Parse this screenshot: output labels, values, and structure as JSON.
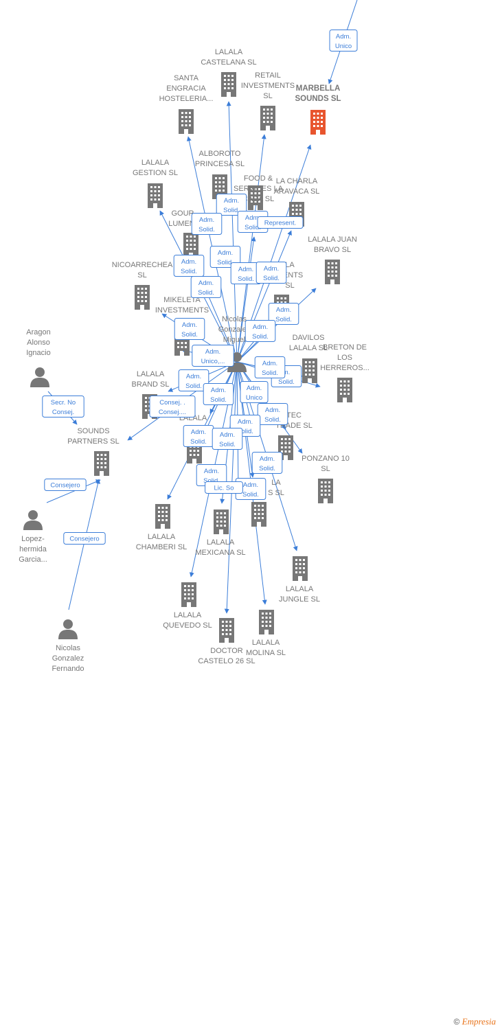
{
  "colors": {
    "edge": "#3b7dd8",
    "building": "#777777",
    "building_main": "#e8552e",
    "person": "#777777",
    "label": "#777777"
  },
  "nodes": [
    {
      "id": "marbella",
      "type": "company",
      "main": true,
      "lines": [
        "MARBELLA",
        "SOUNDS  SL"
      ]
    },
    {
      "id": "castelana",
      "type": "company",
      "lines": [
        "LALALA",
        "CASTELANA  SL"
      ]
    },
    {
      "id": "retail",
      "type": "company",
      "lines": [
        "RETAIL",
        "INVESTMENTS",
        "SL"
      ]
    },
    {
      "id": "santa",
      "type": "company",
      "lines": [
        "SANTA",
        "ENGRACIA",
        "HOSTELERIA..."
      ]
    },
    {
      "id": "alboroto",
      "type": "company",
      "lines": [
        "ALBOROTO",
        "PRINCESA  SL"
      ]
    },
    {
      "id": "gestion",
      "type": "company",
      "lines": [
        "LALALA",
        "GESTION  SL"
      ]
    },
    {
      "id": "food",
      "type": "company",
      "lines": [
        "FOOD &",
        "SERVICES LA",
        "CADA  SL"
      ]
    },
    {
      "id": "charla",
      "type": "company",
      "lines": [
        "LA CHARLA",
        "ARAVACA  SL"
      ]
    },
    {
      "id": "gour",
      "type": "company",
      "lines": [
        "GOUR",
        "LUMENI"
      ]
    },
    {
      "id": "juanbravo",
      "type": "company",
      "lines": [
        "LALALA JUAN",
        "BRAVO  SL"
      ]
    },
    {
      "id": "nicoarrechea",
      "type": "company",
      "lines": [
        "NICOARRECHEA",
        "SL"
      ]
    },
    {
      "id": "laments",
      "type": "company",
      "lines": [
        "LA",
        "MENTS",
        "SL"
      ]
    },
    {
      "id": "mikeleta",
      "type": "company",
      "lines": [
        "MIKELETA",
        "INVESTMENTS"
      ]
    },
    {
      "id": "davilos",
      "type": "company",
      "lines": [
        "DAVILOS",
        "LALALA  SL"
      ]
    },
    {
      "id": "bretón",
      "type": "company",
      "lines": [
        "BRETON DE",
        "LOS",
        "HERREROS..."
      ]
    },
    {
      "id": "brand",
      "type": "company",
      "lines": [
        "LALALA",
        "BRAND  SL"
      ]
    },
    {
      "id": "sounds",
      "type": "company",
      "lines": [
        "SOUNDS",
        "PARTNERS  SL"
      ]
    },
    {
      "id": "prin",
      "type": "company",
      "lines": [
        "LALALA",
        "PRIN"
      ]
    },
    {
      "id": "tec",
      "type": "company",
      "lines": [
        "TEC",
        "TRADE  SL"
      ]
    },
    {
      "id": "ponzano",
      "type": "company",
      "lines": [
        "PONZANO 10",
        "SL"
      ]
    },
    {
      "id": "chamberi",
      "type": "company",
      "lines": [
        "LALALA",
        "CHAMBERI  SL"
      ]
    },
    {
      "id": "mexicana",
      "type": "company",
      "lines": [
        "LALALA",
        "MEXICANA  SL"
      ]
    },
    {
      "id": "lasl",
      "type": "company",
      "lines": [
        "LA",
        "S  SL"
      ]
    },
    {
      "id": "jungle",
      "type": "company",
      "lines": [
        "LALALA",
        "JUNGLE  SL"
      ]
    },
    {
      "id": "quevedo",
      "type": "company",
      "lines": [
        "LALALA",
        "QUEVEDO  SL"
      ]
    },
    {
      "id": "castelo",
      "type": "company",
      "lines": [
        "DOCTOR",
        "CASTELO 26  SL"
      ]
    },
    {
      "id": "molina",
      "type": "company",
      "lines": [
        "LALALA",
        "MOLINA  SL"
      ]
    },
    {
      "id": "nicolas_m",
      "type": "person",
      "lines": [
        "Nicolas",
        "Gonzalez",
        "Miguel"
      ]
    },
    {
      "id": "aragon",
      "type": "person",
      "lines": [
        "Aragon",
        "Alonso",
        "Ignacio"
      ]
    },
    {
      "id": "lopez",
      "type": "person",
      "lines": [
        "Lopez-",
        "hermida",
        "Garcia..."
      ]
    },
    {
      "id": "nicolas_f",
      "type": "person",
      "lines": [
        "Nicolas",
        "Gonzalez",
        "Fernando"
      ]
    }
  ],
  "edge_labels": [
    {
      "id": "e_marbella_top",
      "lines": [
        "Adm.",
        "Unico"
      ]
    },
    {
      "id": "e1",
      "lines": [
        "Adm.",
        "Solid."
      ]
    },
    {
      "id": "e2",
      "lines": [
        "Adm.",
        "Solid."
      ]
    },
    {
      "id": "e3",
      "lines": [
        "Adm.",
        "Solid."
      ]
    },
    {
      "id": "e4",
      "lines": [
        "Represent."
      ]
    },
    {
      "id": "e5",
      "lines": [
        "Adm.",
        "Solid."
      ]
    },
    {
      "id": "e6",
      "lines": [
        "Adm.",
        "Solid."
      ]
    },
    {
      "id": "e7",
      "lines": [
        "Adm.",
        "Solid."
      ]
    },
    {
      "id": "e8",
      "lines": [
        "Adm.",
        "Solid."
      ]
    },
    {
      "id": "e9",
      "lines": [
        "Adm.",
        "Solid."
      ]
    },
    {
      "id": "e10",
      "lines": [
        "Adm.",
        "Solid."
      ]
    },
    {
      "id": "e11",
      "lines": [
        "Adm.",
        "Solid."
      ]
    },
    {
      "id": "e12",
      "lines": [
        "Adm.",
        "Solid."
      ]
    },
    {
      "id": "e13",
      "lines": [
        "Adm.",
        "Unico,..."
      ]
    },
    {
      "id": "e14",
      "lines": [
        "Adm.",
        "Solid."
      ]
    },
    {
      "id": "e15",
      "lines": [
        "m.",
        "Solid."
      ]
    },
    {
      "id": "e16",
      "lines": [
        "Adm.",
        "Solid."
      ]
    },
    {
      "id": "e17",
      "lines": [
        "Adm.",
        "Solid."
      ]
    },
    {
      "id": "e18",
      "lines": [
        "Adm.",
        "Unico"
      ]
    },
    {
      "id": "e19",
      "lines": [
        "Consej. .",
        "Consej...."
      ]
    },
    {
      "id": "e20",
      "lines": [
        "Adm.",
        "Solid."
      ]
    },
    {
      "id": "e21",
      "lines": [
        "Adm.",
        "Solid."
      ]
    },
    {
      "id": "e22",
      "lines": [
        "Adm.",
        "Solid."
      ]
    },
    {
      "id": "e23",
      "lines": [
        "Adm.",
        "Solid."
      ]
    },
    {
      "id": "e24",
      "lines": [
        "Adm.",
        "Solid."
      ]
    },
    {
      "id": "e25",
      "lines": [
        "Adm.",
        "Solid."
      ]
    },
    {
      "id": "e26",
      "lines": [
        "Adm.",
        "Solid."
      ]
    },
    {
      "id": "e27",
      "lines": [
        "Lic.  So"
      ]
    },
    {
      "id": "e28",
      "lines": [
        "Secr.  No",
        "Consej."
      ]
    },
    {
      "id": "e29",
      "lines": [
        "Consejero"
      ]
    },
    {
      "id": "e30",
      "lines": [
        "Consejero"
      ]
    }
  ],
  "footer": {
    "copyright": "©",
    "brand": "Empresia"
  }
}
